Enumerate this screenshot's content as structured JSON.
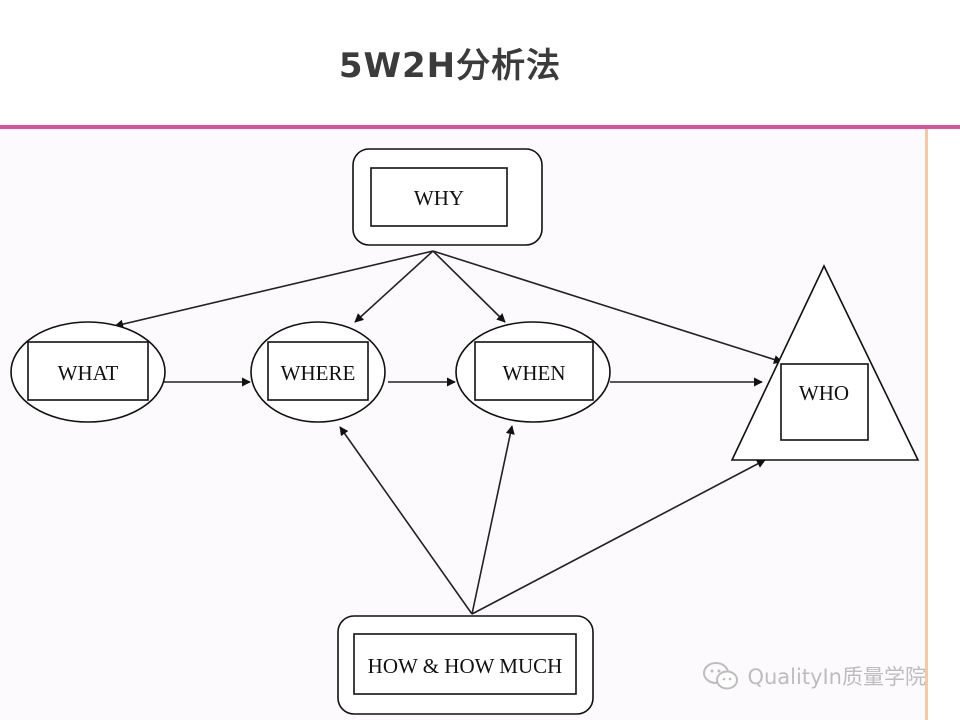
{
  "title": "5W2H分析法",
  "nodes": {
    "why": "WHY",
    "what": "WHAT",
    "where": "WHERE",
    "when": "WHEN",
    "who": "WHO",
    "how": "HOW & HOW MUCH"
  },
  "watermark": "QualityIn质量学院",
  "colors": {
    "accent_rule": "#d9559a",
    "panel_border": "#f3c9a5",
    "title": "#3b3b3b",
    "watermark": "#bdbdbd"
  }
}
